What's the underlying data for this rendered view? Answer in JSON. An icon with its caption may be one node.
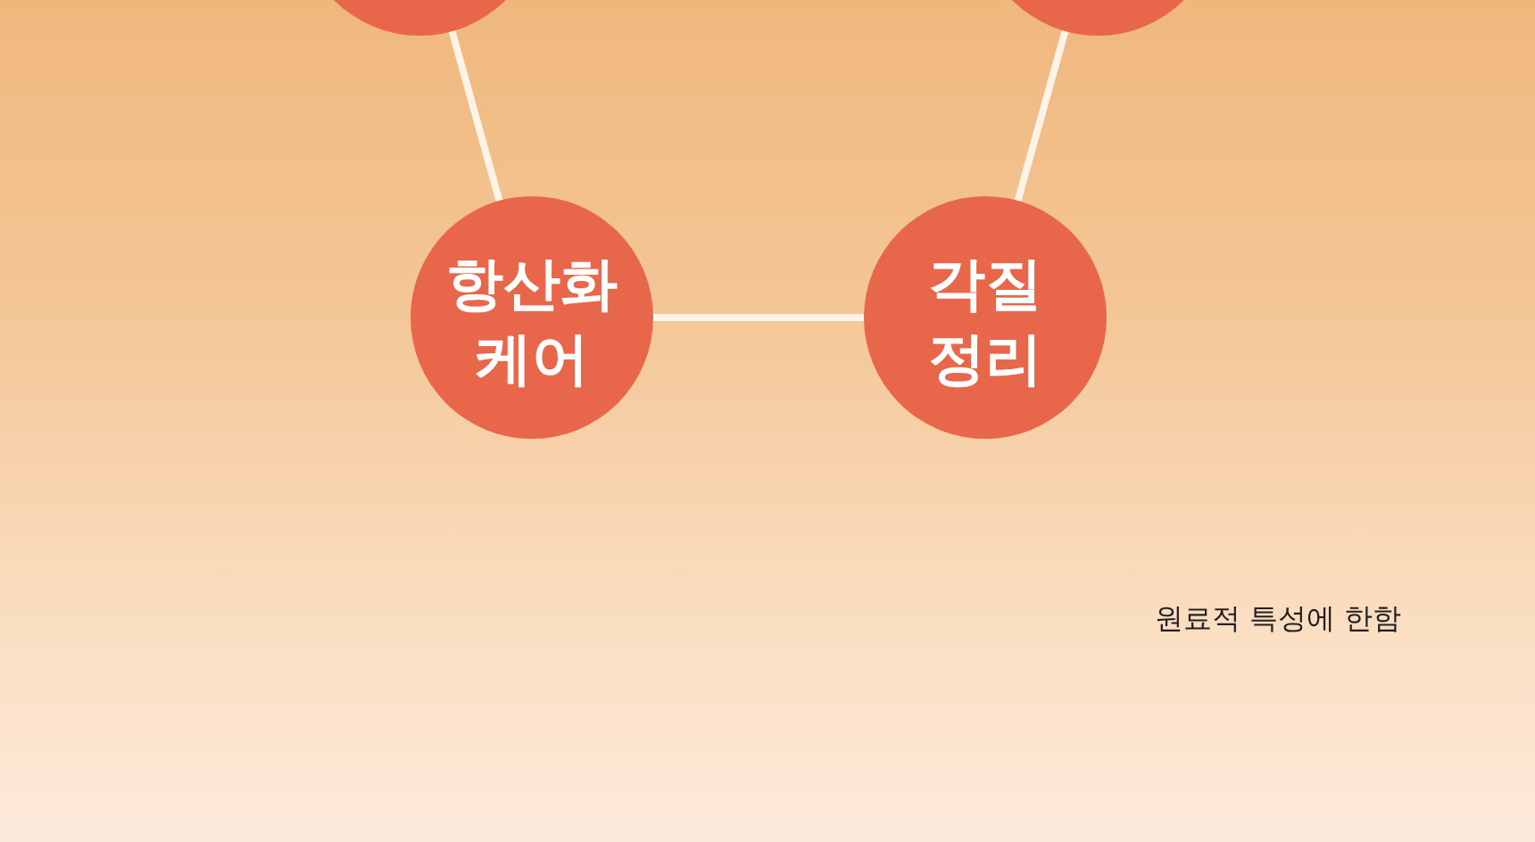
{
  "diagram": {
    "nodes": [
      {
        "text": [],
        "shape": "circle"
      },
      {
        "text": [],
        "shape": "circle"
      },
      {
        "text": [
          "항산화 케어"
        ]
      },
      {
        "text": [
          "각질 정리"
        ]
      }
    ],
    "edges": [
      {
        "from": 0,
        "to": 2,
        "arrow": "none"
      },
      {
        "from": 1,
        "to": 3,
        "arrow": "none"
      },
      {
        "from": 2,
        "to": 3,
        "arrow": "none"
      }
    ],
    "labels": [
      "원료적 특성에 한함"
    ]
  }
}
